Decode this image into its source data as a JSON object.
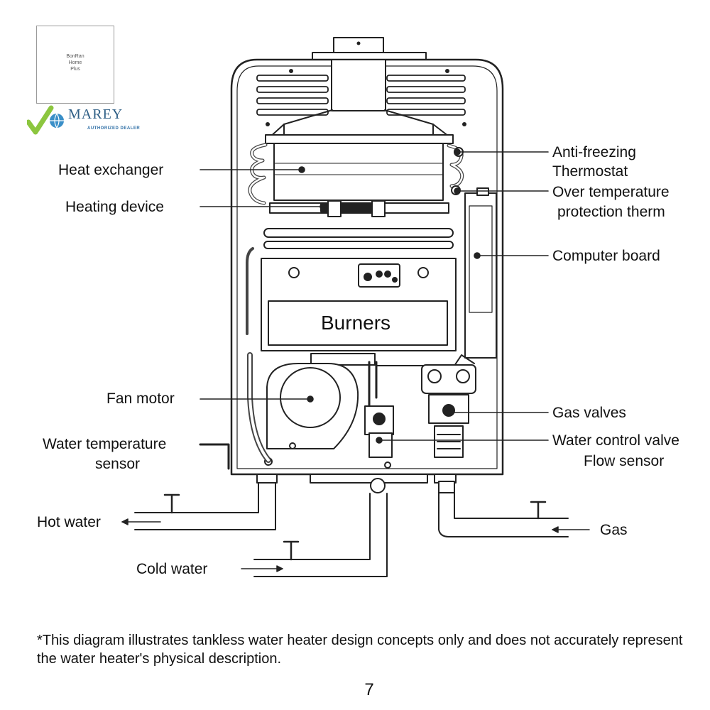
{
  "logos": {
    "bonran": {
      "line1": "BonRan",
      "line2": "Home",
      "line3": "Plus"
    },
    "marey": {
      "name": "MAREY",
      "tagline": "AUTHORIZED DEALER",
      "check_color": "#8cc63f",
      "globe_color": "#3a8fc8",
      "text_color": "#2f5f86"
    }
  },
  "labels": {
    "heat_exchanger": "Heat exchanger",
    "heating_device": "Heating device",
    "fan_motor": "Fan motor",
    "water_temp_line1": "Water temperature",
    "water_temp_line2": "sensor",
    "hot_water": "Hot water",
    "cold_water": "Cold  water",
    "anti_freezing_line1": "Anti-freezing",
    "anti_freezing_line2": "Thermostat",
    "over_temp_line1": "Over temperature",
    "over_temp_line2": "protection therm",
    "computer_board": "Computer  board",
    "gas_valves": "Gas  valves",
    "water_control_valve": "Water control valve",
    "flow_sensor": "Flow sensor",
    "gas": "Gas",
    "burners": "Burners"
  },
  "footnote": "*This diagram illustrates tankless water heater design concepts only and does not accurately represent the water heater's physical description.",
  "page_number": "7"
}
